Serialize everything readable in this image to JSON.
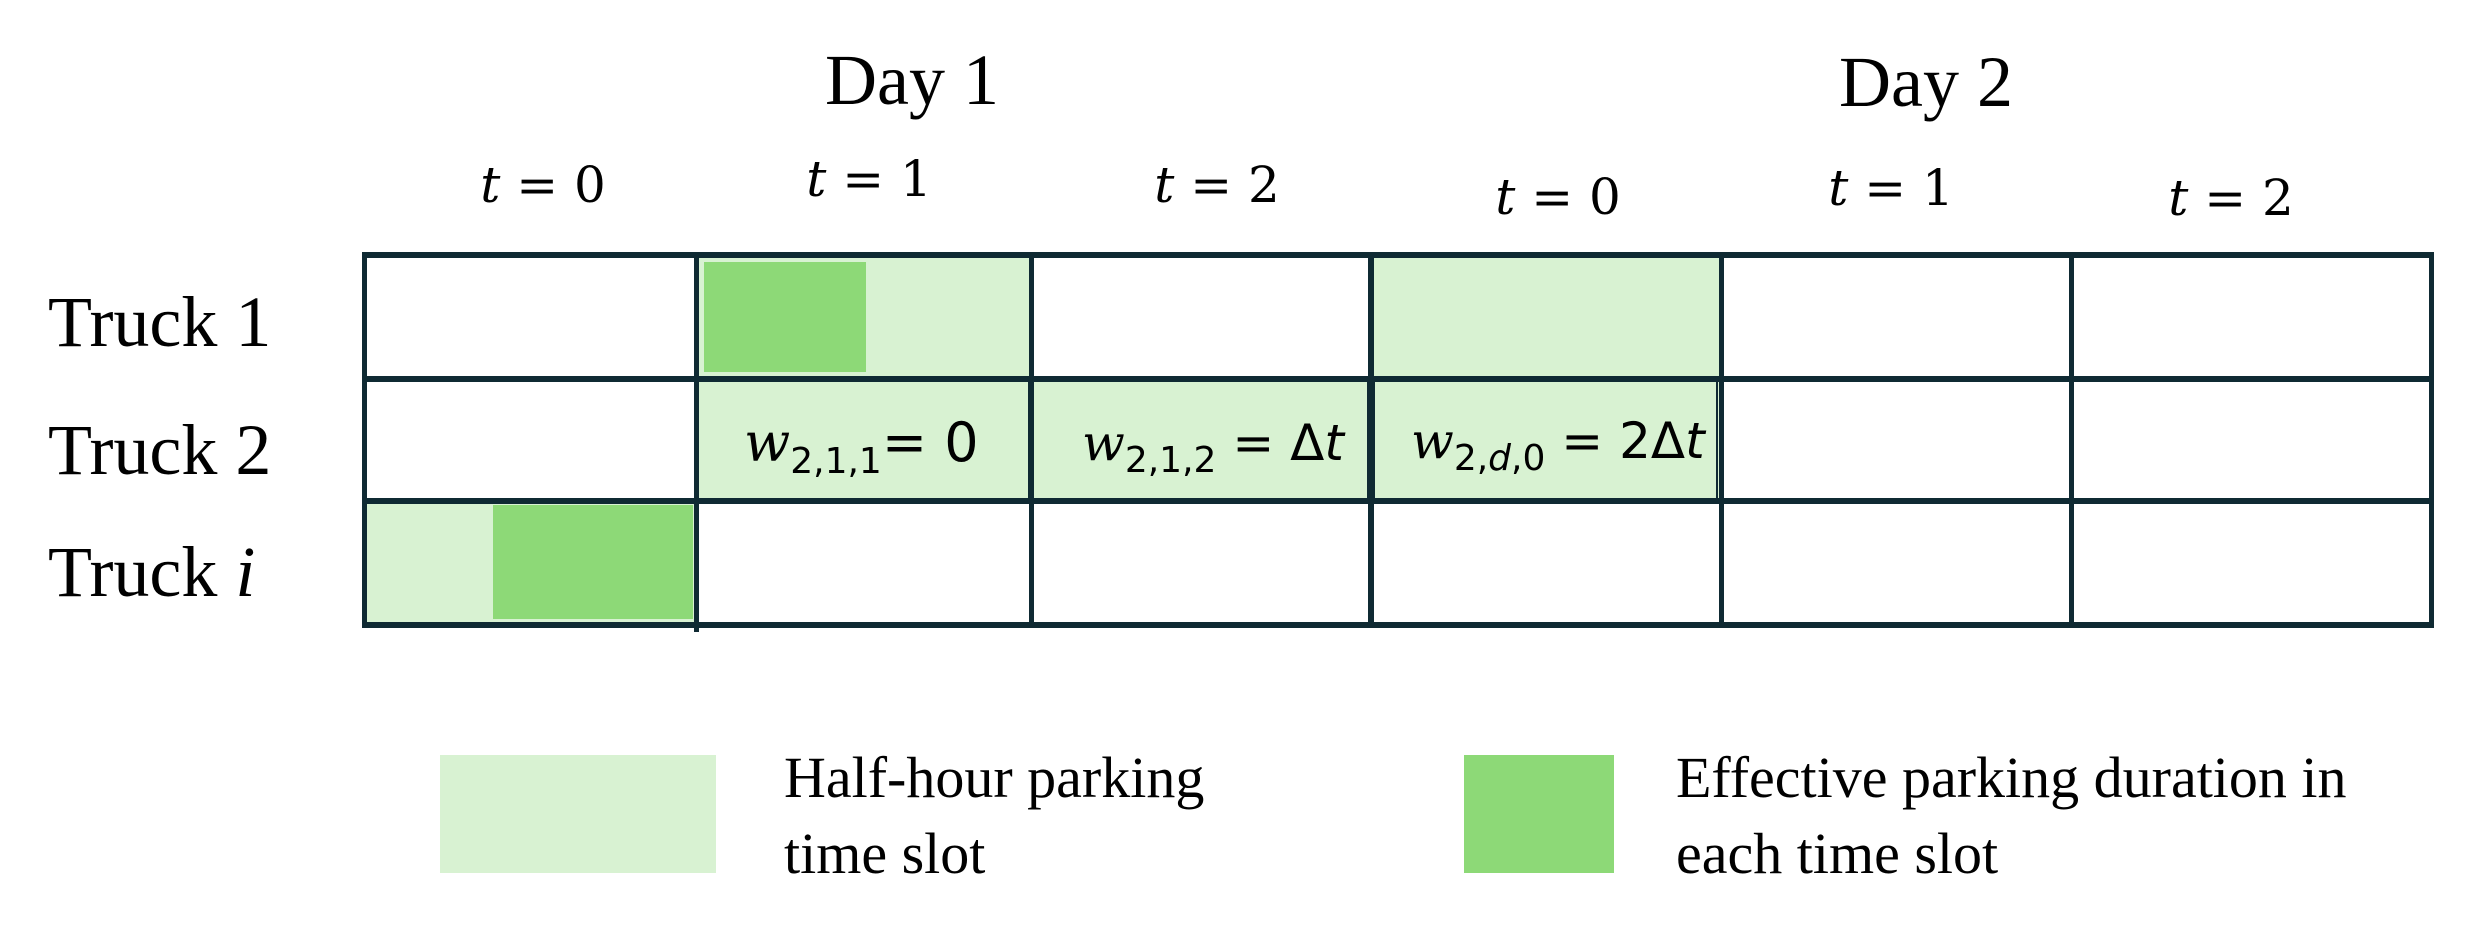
{
  "days": [
    {
      "label": "Day 1"
    },
    {
      "label": "Day 2"
    }
  ],
  "slots": [
    {
      "var": "t",
      "rest": " = 0"
    },
    {
      "var": "t",
      "rest": " = 1"
    },
    {
      "var": "t",
      "rest": " = 2"
    },
    {
      "var": "t",
      "rest": " = 0"
    },
    {
      "var": "t",
      "rest": " = 1"
    },
    {
      "var": "t",
      "rest": " = 2"
    }
  ],
  "rows": [
    {
      "label": "Truck 1",
      "index_italic": ""
    },
    {
      "label": "Truck 2",
      "index_italic": ""
    },
    {
      "label": "Truck ",
      "index_italic": "i"
    }
  ],
  "cell_states": [
    [
      "empty",
      "light+dark-left-half",
      "empty",
      "light",
      "empty",
      "empty"
    ],
    [
      "empty",
      "light",
      "light",
      "light",
      "empty",
      "empty"
    ],
    [
      "light+dark-right-60pct",
      "empty",
      "empty",
      "empty",
      "empty",
      "empty"
    ]
  ],
  "formulas": {
    "w211": {
      "w": "w",
      "sub": "2,1,1",
      "rhs": "= 0"
    },
    "w212": {
      "w": "w",
      "sub": "2,1,2",
      "rhs": " = Δ",
      "rhs_var": "t"
    },
    "w2d0": {
      "w": "w",
      "sub_a": "2,",
      "sub_d": "d",
      "sub_b": ",0",
      "rhs": " = 2Δ",
      "rhs_var": "t"
    }
  },
  "legend": [
    {
      "swatch": "light",
      "color": "#d8f2d2",
      "line1": "Half-hour parking",
      "line2": "time slot"
    },
    {
      "swatch": "dark",
      "color": "#8dd977",
      "line1": "Effective parking duration in",
      "line2": "each time slot"
    }
  ],
  "colors": {
    "grid": "#0f2a33",
    "light_green": "#d8f2d2",
    "dark_green": "#8dd977"
  }
}
